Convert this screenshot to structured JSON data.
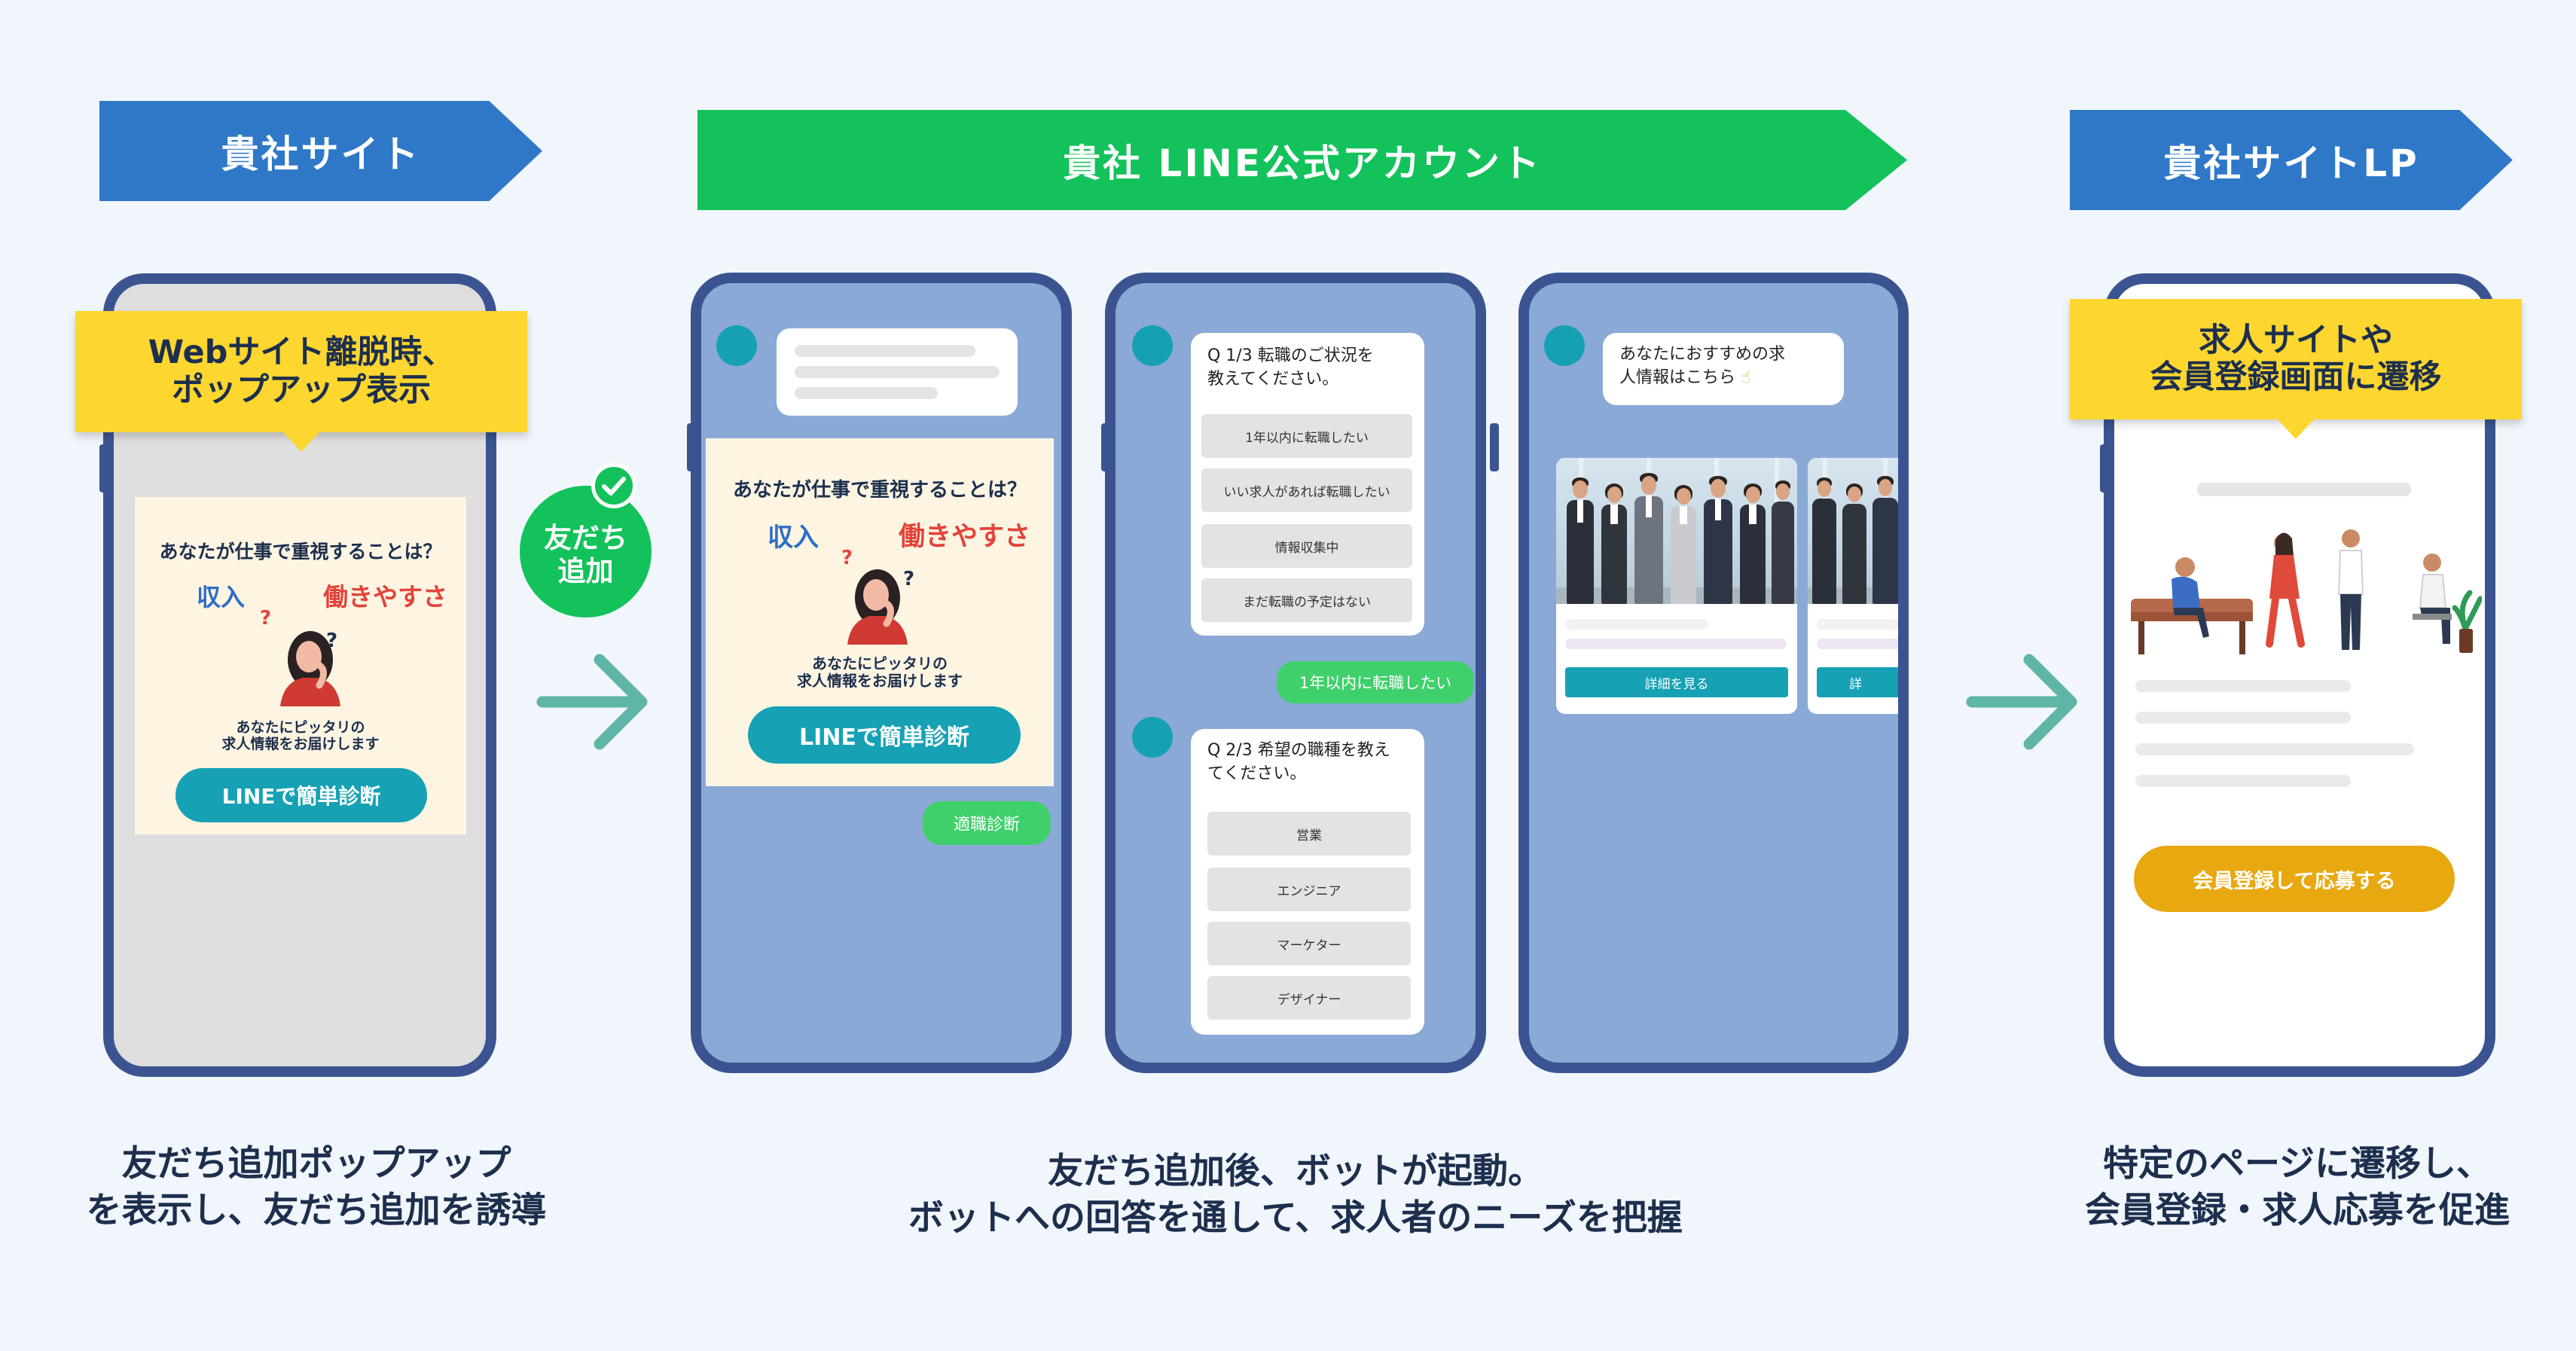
{
  "banners": {
    "site": "貴社サイト",
    "line": "貴社 LINE公式アカウント",
    "lp": "貴社サイトLP"
  },
  "colors": {
    "banner_blue": "#2f78c8",
    "banner_green": "#13c25a",
    "phone_frame": "#3b5491",
    "callout_yellow": "#fdd630",
    "teal_button": "#16a1b5",
    "line_green": "#3fd06b",
    "cta_orange": "#e8a80f"
  },
  "phone1": {
    "callout_line1": "Webサイト離脱時、",
    "callout_line2": "ポップアップ表示",
    "question": "あなたが仕事で重視することは？",
    "word1": "収入",
    "word2": "働きやすさ",
    "sub1": "あなたにピッタリの",
    "sub2": "求人情報をお届けします",
    "button": "LINEで簡単診断"
  },
  "badge": {
    "line1": "友だち",
    "line2": "追加",
    "icon": "check-icon"
  },
  "phone2": {
    "question": "あなたが仕事で重視することは？",
    "word1": "収入",
    "word2": "働きやすさ",
    "sub1": "あなたにピッタリの",
    "sub2": "求人情報をお届けします",
    "button": "LINEで簡単診断",
    "reply": "適職診断"
  },
  "phone3": {
    "q1_line1": "Q 1/3 転職のご状況を",
    "q1_line2": "教えてください。",
    "q1_options": [
      "1年以内に転職したい",
      "いい求人があれば転職したい",
      "情報収集中",
      "まだ転職の予定はない"
    ],
    "reply": "1年以内に転職したい",
    "q2_line1": "Q 2/3 希望の職種を教え",
    "q2_line2": "てください。",
    "q2_options": [
      "営業",
      "エンジニア",
      "マーケター",
      "デザイナー"
    ]
  },
  "phone4": {
    "msg_line1": "あなたにおすすめの求",
    "msg_line2": "人情報はこちら",
    "card_button": "詳細を見る",
    "card_button_partial": "詳"
  },
  "phone5": {
    "callout_line1": "求人サイトや",
    "callout_line2": "会員登録画面に遷移",
    "cta": "会員登録して応募する"
  },
  "captions": {
    "left_line1": "友だち追加ポップアップ",
    "left_line2": "を表示し、友だち追加を誘導",
    "mid_line1": "友だち追加後、ボットが起動。",
    "mid_line2": "ボットへの回答を通して、求人者のニーズを把握",
    "right_line1": "特定のページに遷移し、",
    "right_line2": "会員登録・求人応募を促進"
  }
}
